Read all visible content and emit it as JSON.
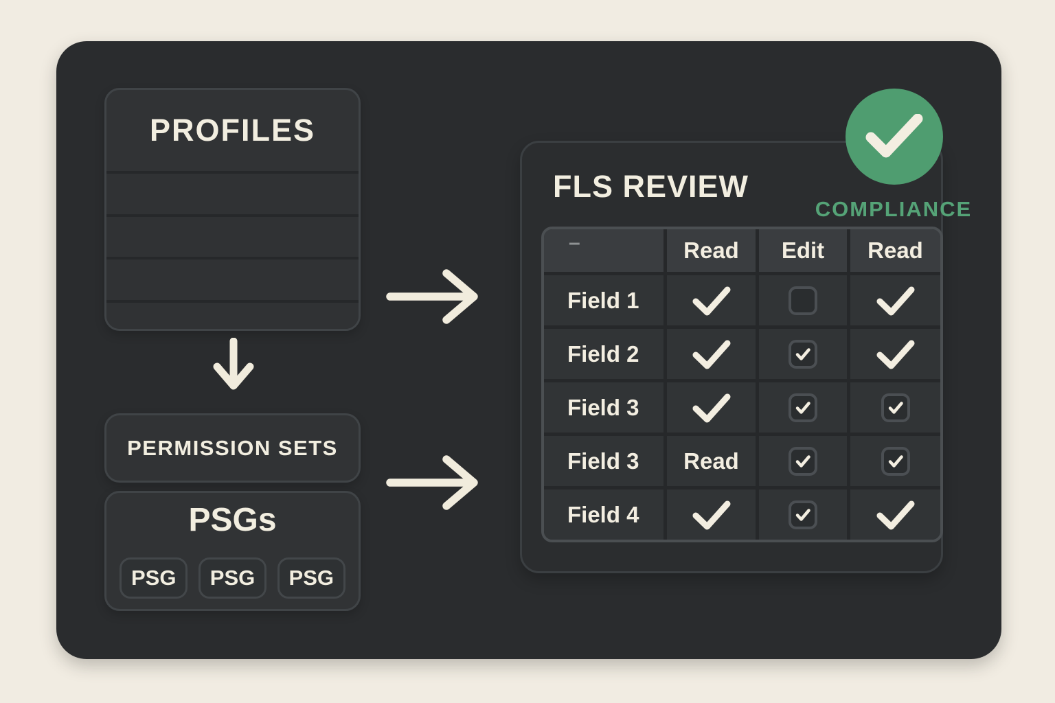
{
  "colors": {
    "background": "#f1ece2",
    "panel": "#2a2c2e",
    "box_fill": "#313335",
    "box_border": "#404447",
    "text_cream": "#f2eee0",
    "accent_green": "#4f9d70",
    "compliance_text": "#55a377",
    "table_header_fill": "#3a3d40",
    "table_cell_fill": "#313436",
    "table_grid": "#26282a",
    "table_border": "#4b4f52"
  },
  "left_column": {
    "profiles": {
      "title": "PROFILES",
      "empty_row_count": 4
    },
    "arrow_down_icon": "arrow-down",
    "permission_sets": {
      "title": "PERMISSION SETS"
    },
    "psgs": {
      "title": "PSGs",
      "chips": [
        "PSG",
        "PSG",
        "PSG"
      ]
    }
  },
  "connectors": {
    "arrow_icons": [
      "arrow-right",
      "arrow-right"
    ]
  },
  "fls_panel": {
    "title": "FLS REVIEW",
    "badge": {
      "label": "COMPLIANCE",
      "icon": "check-circle"
    },
    "table": {
      "corner_mark": "–",
      "columns": [
        "",
        "Read",
        "Edit",
        "Read"
      ],
      "rows": [
        {
          "label": "Field 1",
          "cells": [
            {
              "type": "check"
            },
            {
              "type": "checkbox",
              "checked": false
            },
            {
              "type": "check"
            }
          ]
        },
        {
          "label": "Field 2",
          "cells": [
            {
              "type": "check"
            },
            {
              "type": "checkbox",
              "checked": true
            },
            {
              "type": "check"
            }
          ]
        },
        {
          "label": "Field 3",
          "cells": [
            {
              "type": "check"
            },
            {
              "type": "checkbox",
              "checked": true
            },
            {
              "type": "checkbox",
              "checked": true
            }
          ]
        },
        {
          "label": "Field 3",
          "cells": [
            {
              "type": "text",
              "value": "Read"
            },
            {
              "type": "checkbox",
              "checked": true
            },
            {
              "type": "checkbox",
              "checked": true
            }
          ]
        },
        {
          "label": "Field 4",
          "cells": [
            {
              "type": "check"
            },
            {
              "type": "checkbox",
              "checked": true
            },
            {
              "type": "check"
            }
          ]
        }
      ]
    }
  }
}
